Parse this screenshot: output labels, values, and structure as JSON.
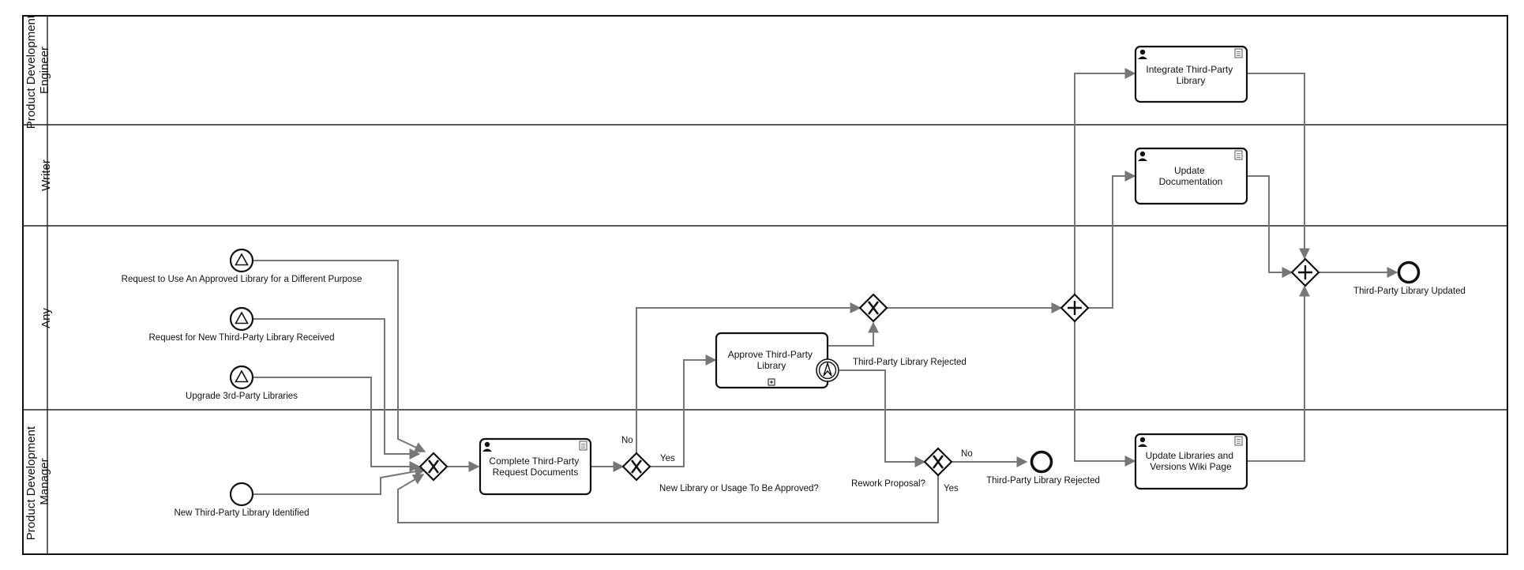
{
  "lanes": [
    {
      "label_lines": [
        "Product Development",
        "Engineer"
      ]
    },
    {
      "label_lines": [
        "Writer"
      ]
    },
    {
      "label_lines": [
        "Any"
      ]
    },
    {
      "label_lines": [
        "Product Development",
        "Manager"
      ]
    }
  ],
  "start_events": {
    "different_purpose": {
      "label": "Request to Use An Approved Library for a Different Purpose",
      "type": "signal"
    },
    "new_library_received": {
      "label": "Request for New Third-Party Library Received",
      "type": "signal"
    },
    "upgrade": {
      "label": "Upgrade 3rd-Party Libraries",
      "type": "signal"
    },
    "identified": {
      "label": "New Third-Party Library Identified",
      "type": "none"
    }
  },
  "tasks": {
    "complete_docs": {
      "label_lines": [
        "Complete Third-Party",
        "Request Documents"
      ],
      "type": "user"
    },
    "approve": {
      "label_lines": [
        "Approve Third-Party",
        "Library"
      ],
      "type": "subprocess"
    },
    "integrate": {
      "label_lines": [
        "Integrate Third-Party",
        "Library"
      ],
      "type": "user"
    },
    "update_docs": {
      "label_lines": [
        "Update",
        "Documentation"
      ],
      "type": "user"
    },
    "update_wiki": {
      "label_lines": [
        "Update Libraries and",
        "Versions Wiki Page"
      ],
      "type": "user"
    }
  },
  "boundary_event": {
    "label": "Third-Party Library Rejected",
    "type": "escalation"
  },
  "gateways": {
    "approval_question": {
      "label": "New Library or Usage To Be Approved?"
    },
    "rework_question": {
      "label": "Rework Proposal?"
    }
  },
  "end_events": {
    "rejected": {
      "label": "Third-Party Library Rejected"
    },
    "updated": {
      "label": "Third-Party Library Updated"
    }
  },
  "flow_labels": {
    "approval_no": "No",
    "approval_yes": "Yes",
    "rework_no": "No",
    "rework_yes": "Yes"
  },
  "icons": [
    "user-task-icon",
    "document-icon",
    "subprocess-marker-icon",
    "signal-start-icon",
    "escalation-icon",
    "exclusive-gateway-icon",
    "parallel-gateway-icon"
  ]
}
